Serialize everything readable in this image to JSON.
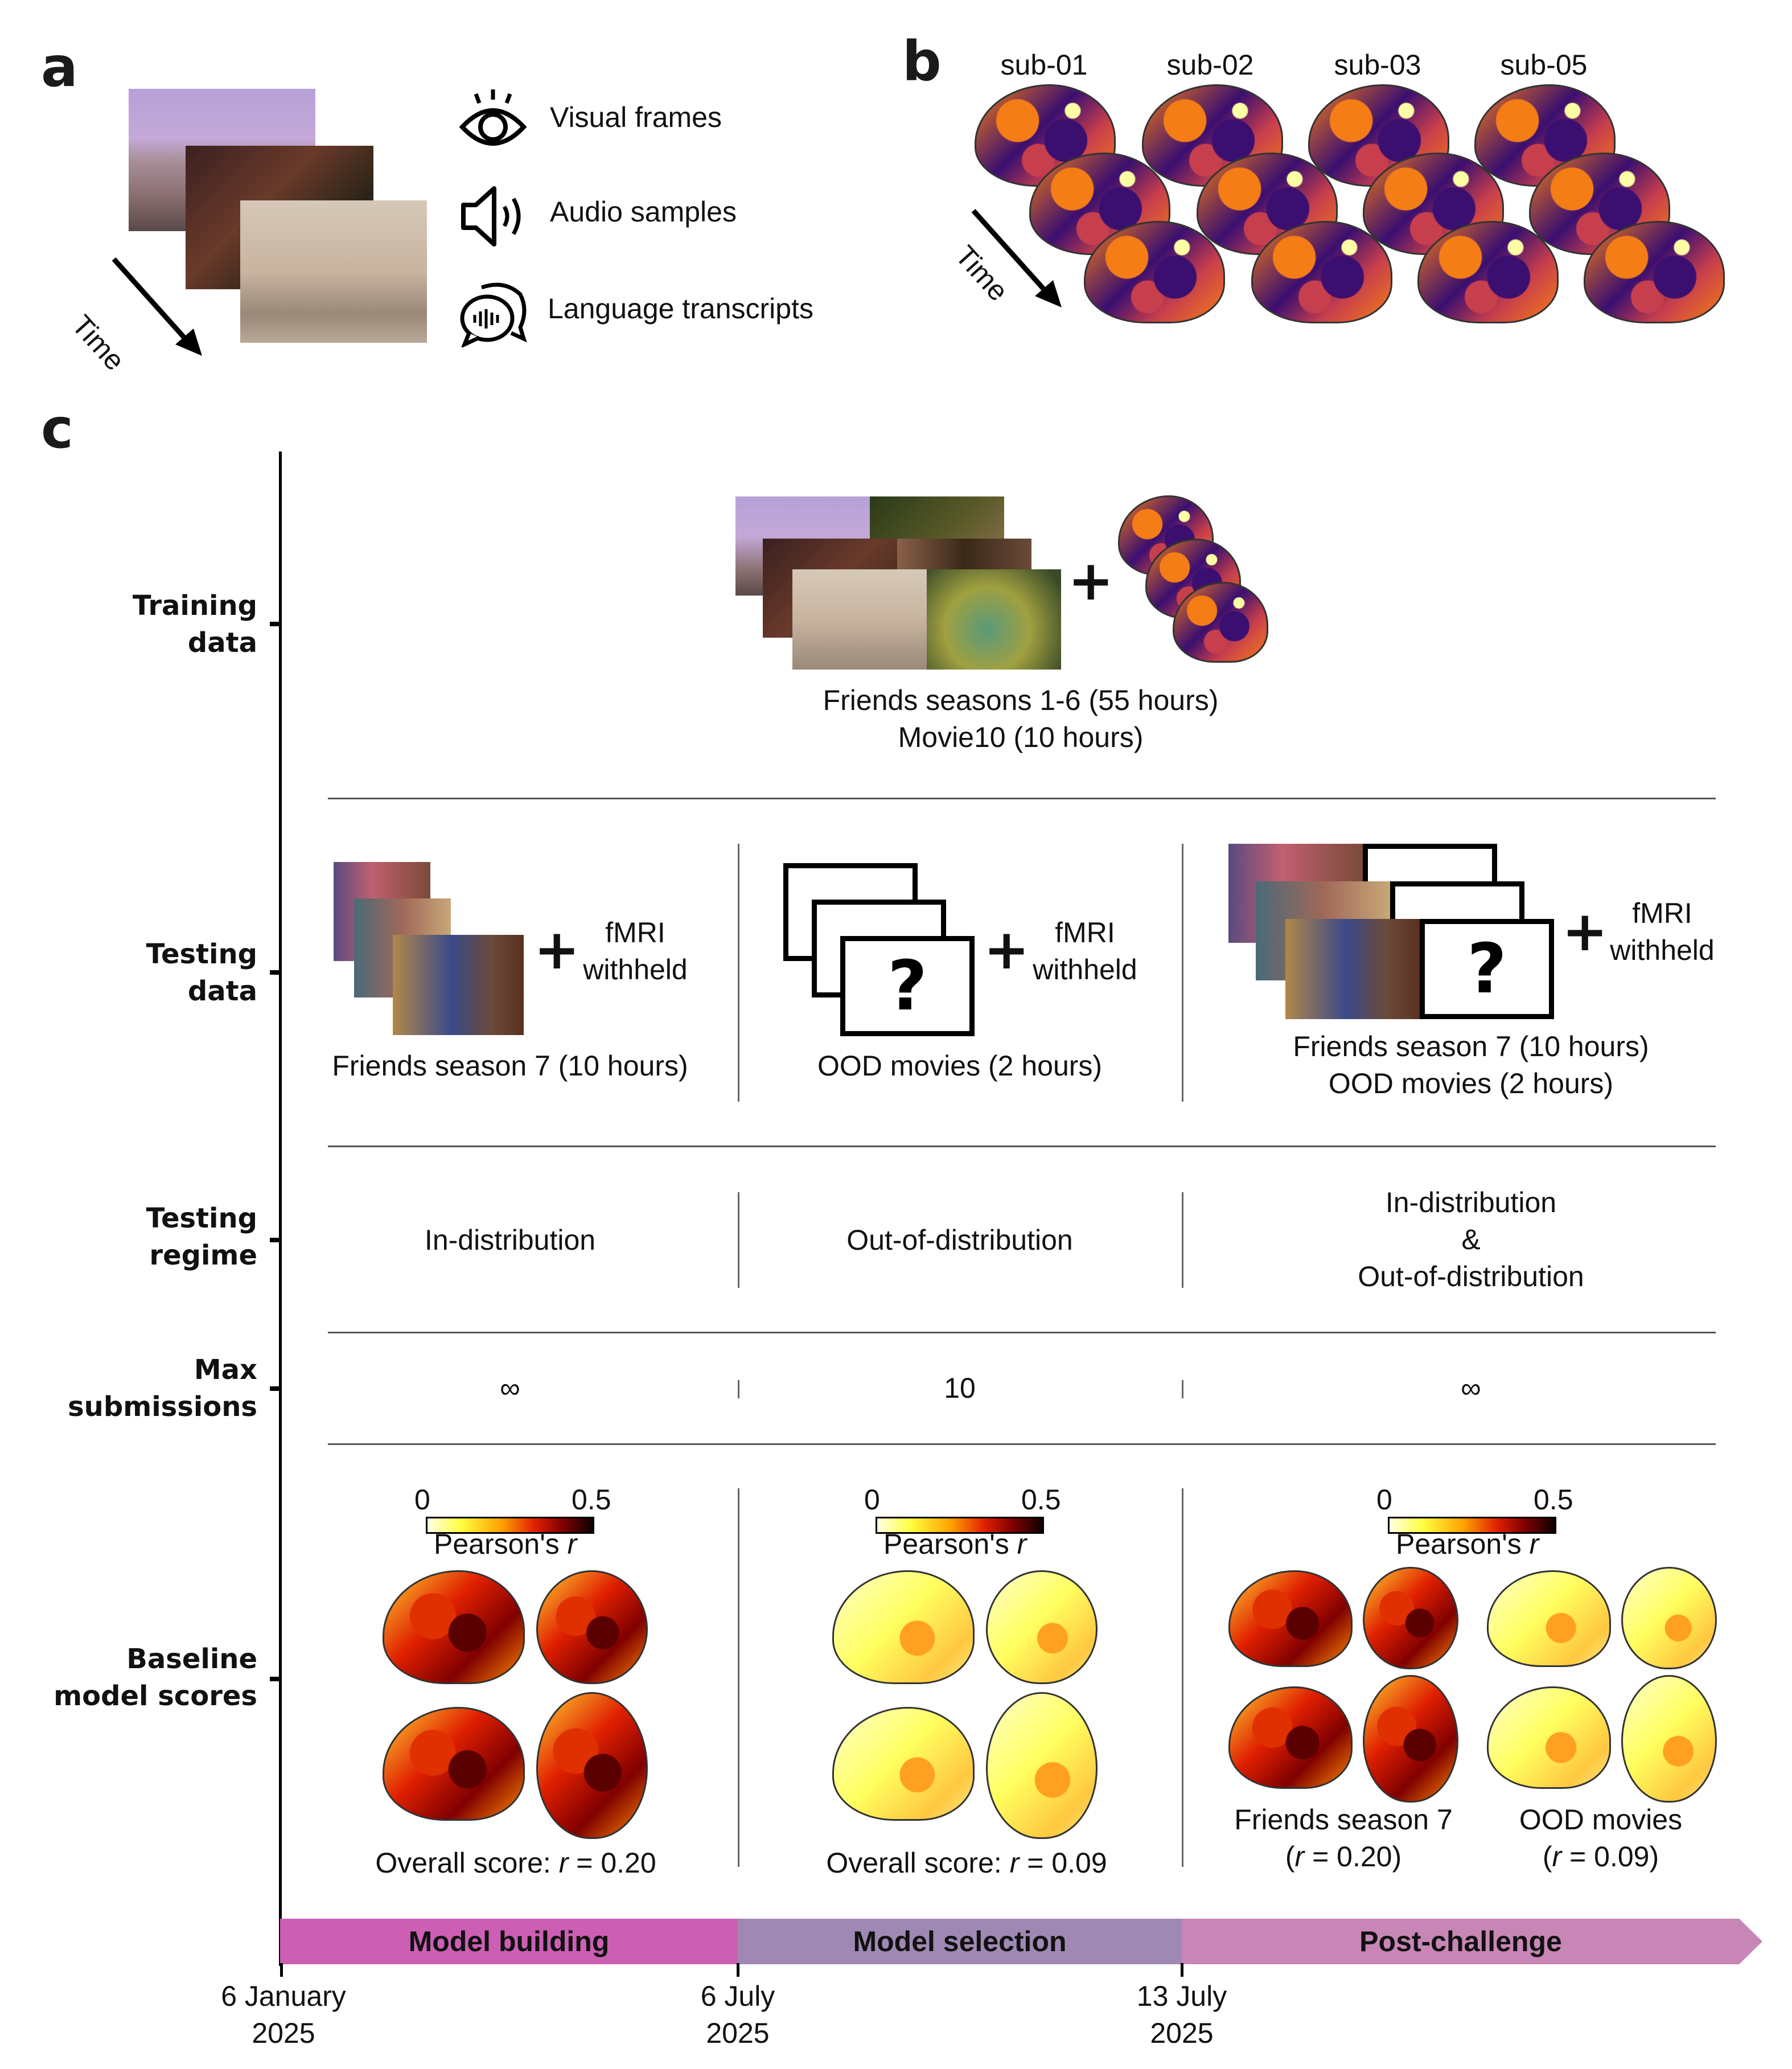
{
  "panels": {
    "a": "a",
    "b": "b",
    "c": "c"
  },
  "panel_a": {
    "time_label": "Time",
    "modalities": [
      {
        "icon": "eye-icon",
        "label": "Visual frames"
      },
      {
        "icon": "speaker-icon",
        "label": "Audio samples"
      },
      {
        "icon": "speech-bubbles-icon",
        "label": "Language transcripts"
      }
    ]
  },
  "panel_b": {
    "time_label": "Time",
    "subjects": [
      "sub-01",
      "sub-02",
      "sub-03",
      "sub-05"
    ]
  },
  "panel_c": {
    "row_labels": {
      "training": [
        "Training",
        "data"
      ],
      "testing": [
        "Testing",
        "data"
      ],
      "regime": [
        "Testing",
        "regime"
      ],
      "max_sub": [
        "Max",
        "submissions"
      ],
      "baseline": [
        "Baseline",
        "model scores"
      ]
    },
    "training": {
      "plus": "+",
      "caption": [
        "Friends seasons 1-6 (55 hours)",
        "Movie10 (10 hours)"
      ]
    },
    "testing": [
      {
        "fmri": [
          "fMRI",
          "withheld"
        ],
        "caption": [
          "Friends season 7 (10 hours)"
        ]
      },
      {
        "fmri": [
          "fMRI",
          "withheld"
        ],
        "caption": [
          "OOD movies (2 hours)"
        ],
        "placeholder": "?"
      },
      {
        "fmri": [
          "fMRI",
          "withheld"
        ],
        "caption": [
          "Friends season 7 (10 hours)",
          "OOD movies (2 hours)"
        ],
        "placeholder": "?"
      }
    ],
    "regime": [
      {
        "lines": [
          "In-distribution"
        ]
      },
      {
        "lines": [
          "Out-of-distribution"
        ]
      },
      {
        "lines": [
          "In-distribution",
          "&",
          "Out-of-distribution"
        ]
      }
    ],
    "max_submissions": [
      "∞",
      "10",
      "∞"
    ],
    "colorbar": {
      "min": "0",
      "max": "0.5",
      "label": "Pearson's ",
      "label_italic": "r"
    },
    "baseline": [
      {
        "caption_prefix": "Overall score: ",
        "r_symbol": "r",
        "caption_value": " = 0.20",
        "overall_r": 0.2
      },
      {
        "caption_prefix": "Overall score: ",
        "r_symbol": "r",
        "caption_value": " = 0.09",
        "overall_r": 0.09
      },
      {
        "sub": [
          {
            "title": "Friends season 7",
            "r_prefix": "(",
            "r_symbol": "r",
            "r_value": " = 0.20)",
            "overall_r": 0.2
          },
          {
            "title": "OOD movies",
            "r_prefix": "(",
            "r_symbol": "r",
            "r_value": " = 0.09)",
            "overall_r": 0.09
          }
        ]
      }
    ],
    "timeline": {
      "phases": [
        {
          "label": "Model building",
          "color": "#CC5FB4"
        },
        {
          "label": "Model selection",
          "color": "#A088B4"
        },
        {
          "label": "Post-challenge",
          "color": "#C886B6"
        }
      ],
      "dates": [
        [
          "6 January",
          "2025"
        ],
        [
          "6 July",
          "2025"
        ],
        [
          "13 July",
          "2025"
        ]
      ]
    }
  },
  "colors": {
    "inferno_dark": "#3b0f70",
    "inferno_mid": "#c73e4c",
    "inferno_orange": "#f57d15",
    "inferno_yellow": "#fcffa4",
    "hot_low": "#ffffcc",
    "hot_high": "#800000"
  }
}
